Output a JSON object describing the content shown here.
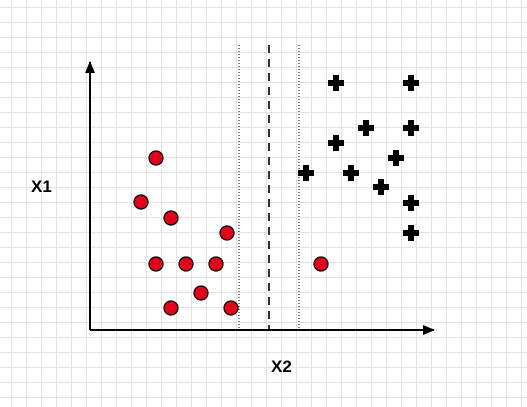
{
  "diagram": {
    "x_axis_label": "X2",
    "y_axis_label": "X1",
    "colors": {
      "class_a_fill": "#e0001b",
      "class_a_stroke": "#000000",
      "class_b_fill": "#000000",
      "axis": "#000000",
      "grid": "#e3e3e3"
    },
    "icons": {
      "class_a": "red-circle",
      "class_b": "black-plus"
    },
    "lines": [
      {
        "name": "margin-line-left",
        "style": "dotted"
      },
      {
        "name": "decision-boundary",
        "style": "dashed"
      },
      {
        "name": "margin-line-right",
        "style": "dotted"
      }
    ]
  }
}
